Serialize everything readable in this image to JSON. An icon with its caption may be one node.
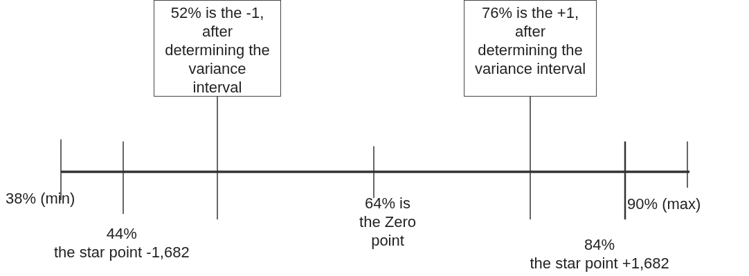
{
  "diagram": {
    "nodes": [
      {
        "text": [
          "52% is the -1, after determining the variance interval"
        ]
      },
      {
        "text": [
          "76% is the +1, after determining the variance interval"
        ]
      }
    ],
    "edges": [
      {
        "from": 0,
        "to": null,
        "arrow": "none"
      },
      {
        "from": 1,
        "to": null,
        "arrow": "none"
      }
    ],
    "labels": [
      "38% (min)",
      "44% the star point -1,682",
      "64% is the Zero point",
      "84% the star point +1,682",
      "90% (max)"
    ]
  }
}
